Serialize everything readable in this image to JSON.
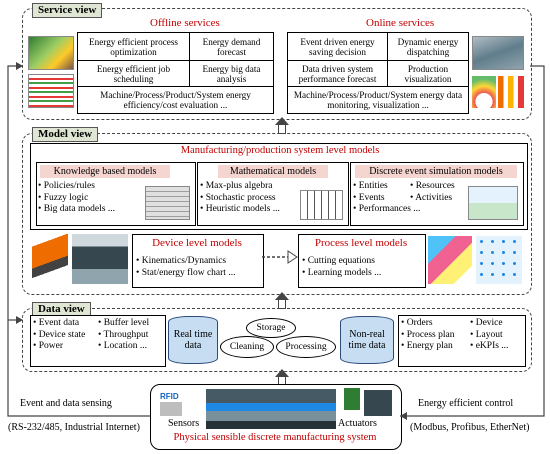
{
  "service": {
    "tag": "Service view",
    "offline": {
      "title": "Offline services",
      "cells": [
        "Energy efficient process optimization",
        "Energy demand forecast",
        "Energy efficient job scheduling",
        "Energy big data analysis"
      ],
      "footer": "Machine/Process/Product/System energy efficiency/cost evaluation ..."
    },
    "online": {
      "title": "Online services",
      "cells": [
        "Event driven energy saving decision",
        "Dynamic energy dispatching",
        "Data driven system performance forecast",
        "Production visualization"
      ],
      "footer": "Machine/Process/Product/System energy data monitoring, visualization ..."
    }
  },
  "model": {
    "tag": "Model view",
    "system_title": "Manufacturing/production system level models",
    "knowledge": {
      "title": "Knowledge based models",
      "items": [
        "Policies/rules",
        "Fuzzy logic",
        "Big data models ..."
      ]
    },
    "math": {
      "title": "Mathematical models",
      "items": [
        "Max-plus algebra",
        "Stochastic process",
        "Heuristic models ..."
      ]
    },
    "des": {
      "title": "Discrete event simulation models",
      "items": [
        "Entities",
        "Events",
        "Performances ...",
        "Resources",
        "Activities"
      ]
    },
    "device": {
      "title": "Device level models",
      "items": [
        "Kinematics/Dynamics",
        "Stat/energy flow chart ..."
      ]
    },
    "process": {
      "title": "Process level models",
      "items": [
        "Cutting equations",
        "Learning models ..."
      ]
    }
  },
  "data": {
    "tag": "Data view",
    "left_col1": [
      "Event data",
      "Device state",
      "Power"
    ],
    "left_col2": [
      "Buffer level",
      "Throughput",
      "Location ..."
    ],
    "realtime": "Real time data",
    "storage": "Storage",
    "cleaning": "Cleaning",
    "processing": "Processing",
    "nonrealtime": "Non-real time data",
    "right_col1": [
      "Orders",
      "Process plan",
      "Energy plan"
    ],
    "right_col2": [
      "Device",
      "Layout",
      "eKPIs ..."
    ]
  },
  "physical": {
    "title": "Physical sensible discrete manufacturing system",
    "sensors": "Sensors",
    "actuators": "Actuators",
    "rfid": "RFID"
  },
  "edges": {
    "left_label": "Event and data sensing",
    "left_sub": "(RS-232/485, Industrial Internet)",
    "right_label": "Energy efficient control",
    "right_sub": "(Modbus, Profibus, EtherNet)"
  }
}
